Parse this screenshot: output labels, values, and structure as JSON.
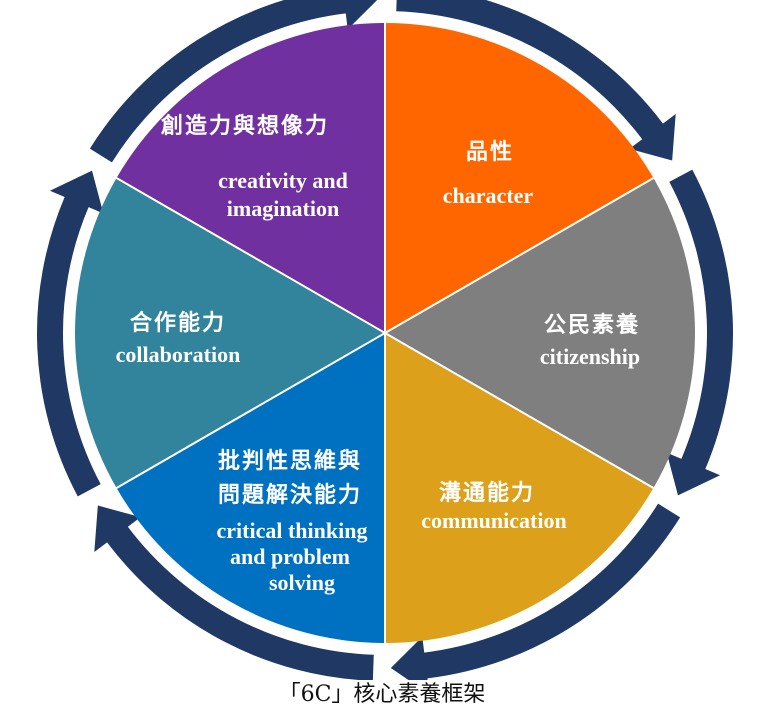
{
  "segments": [
    {
      "id": "creativity",
      "zh": "創造力與想像力",
      "en": [
        "creativity and",
        "imagination"
      ],
      "color": "#7030A0"
    },
    {
      "id": "character",
      "zh": "品性",
      "en": [
        "character"
      ],
      "color": "#FF6600"
    },
    {
      "id": "citizenship",
      "zh": "公民素養",
      "en": [
        "citizenship"
      ],
      "color": "#7F7F7F"
    },
    {
      "id": "communication",
      "zh": "溝通能力",
      "en": [
        "communication"
      ],
      "color": "#DDA01A"
    },
    {
      "id": "critical",
      "zh": [
        "批判性思維與",
        "問題解決能力"
      ],
      "en": [
        "critical thinking",
        "and problem",
        "solving"
      ],
      "color": "#0070C0"
    },
    {
      "id": "collaboration",
      "zh": "合作能力",
      "en": [
        "collaboration"
      ],
      "color": "#31849B"
    }
  ],
  "ring_color": "#1F3864",
  "caption": "「6C」核心素養框架"
}
